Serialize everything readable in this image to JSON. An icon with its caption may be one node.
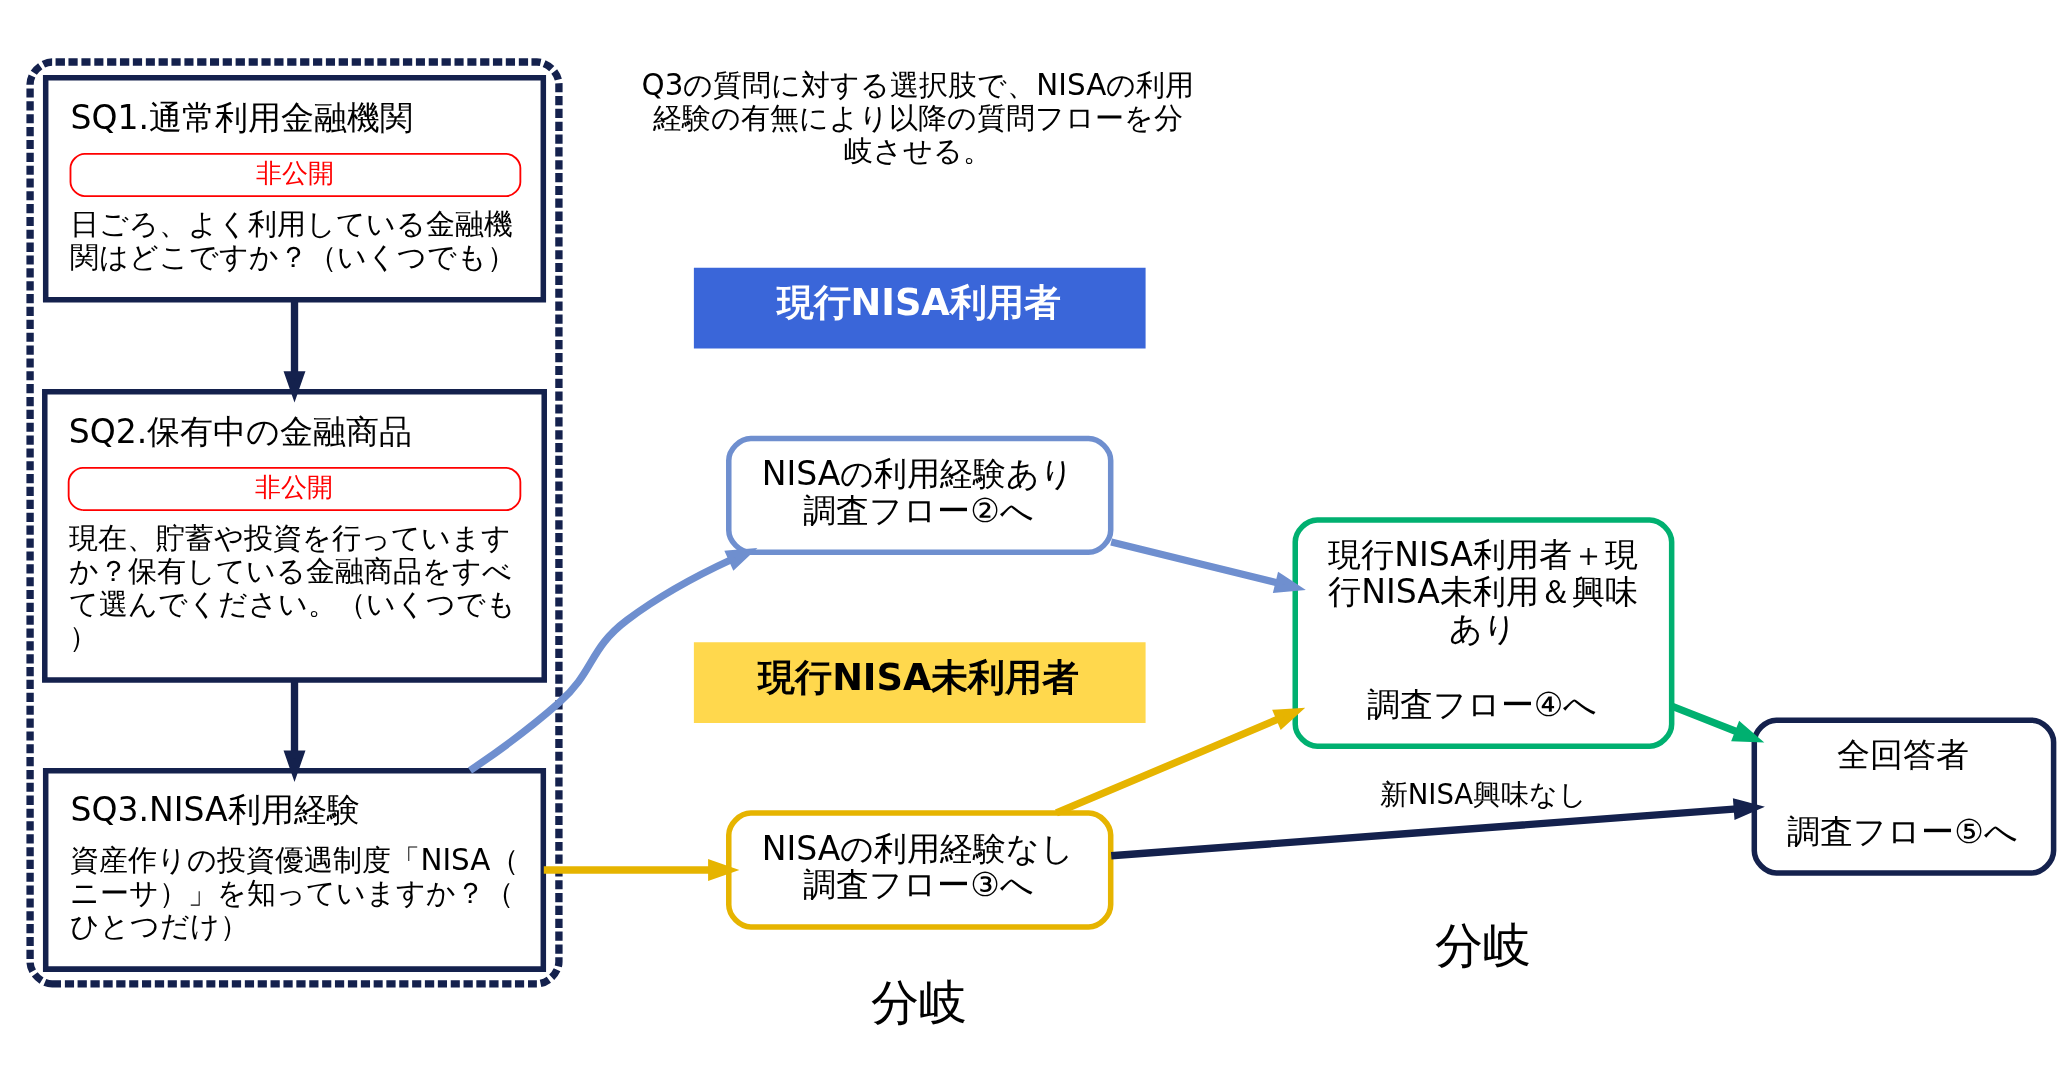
{
  "diagram": {
    "nodes": [
      {
        "text": [],
        "shape": "box"
      },
      {
        "text": [
          "SQ1.通常利用金融機関",
          "非公開",
          "日ごろ、よく利用している金融機関はどこですか？（いくつでも）"
        ],
        "in": 0
      },
      {
        "text": [
          "SQ2.保有中の金融商品",
          "非公開",
          "現在、貯蓄や投資を行っていますか？保有している金融商品をすべて選んでください。（いくつでも）"
        ],
        "in": 0
      },
      {
        "text": [
          "SQ3.NISA利用経験",
          "資産作りの投資優遇制度「NISA（ニーサ）」を知っていますか？（ひとつだけ）"
        ],
        "in": 0
      },
      {
        "text": [
          "現行NISA利用者"
        ]
      },
      {
        "text": [
          "NISAの利用経験あり調査フロー②へ"
        ]
      },
      {
        "text": [
          "現行NISA未利用者"
        ]
      },
      {
        "text": [
          "NISAの利用経験なし調査フロー③へ"
        ]
      },
      {
        "text": [
          "現行NISA利用者＋現行NISA未利用＆興味あり",
          "調査フロー④へ"
        ]
      },
      {
        "text": [
          "全回答者",
          "調査フロー⑤へ"
        ]
      }
    ],
    "edges": [
      {
        "from": 1,
        "to": 2,
        "arrow": "to"
      },
      {
        "from": 2,
        "to": 3,
        "arrow": "to"
      },
      {
        "from": 3,
        "to": 5,
        "arrow": "to",
        "color": "#6f8fcf"
      },
      {
        "from": 3,
        "to": 7,
        "arrow": "to",
        "color": "#e6b400"
      },
      {
        "from": 5,
        "to": 8,
        "arrow": "to",
        "color": "#6f8fcf"
      },
      {
        "from": 7,
        "to": 8,
        "arrow": "to",
        "color": "#e6b400"
      },
      {
        "from": 8,
        "to": 9,
        "arrow": "to",
        "color": "#00b070"
      },
      {
        "from": 7,
        "to": 9,
        "arrow": "to",
        "label": "新NISA興味なし"
      }
    ],
    "labels": [
      "Q3の質問に対する選択肢で、NISAの利用経験の有無により以降の質問フローを分岐させる。",
      "分岐",
      "分岐"
    ]
  }
}
